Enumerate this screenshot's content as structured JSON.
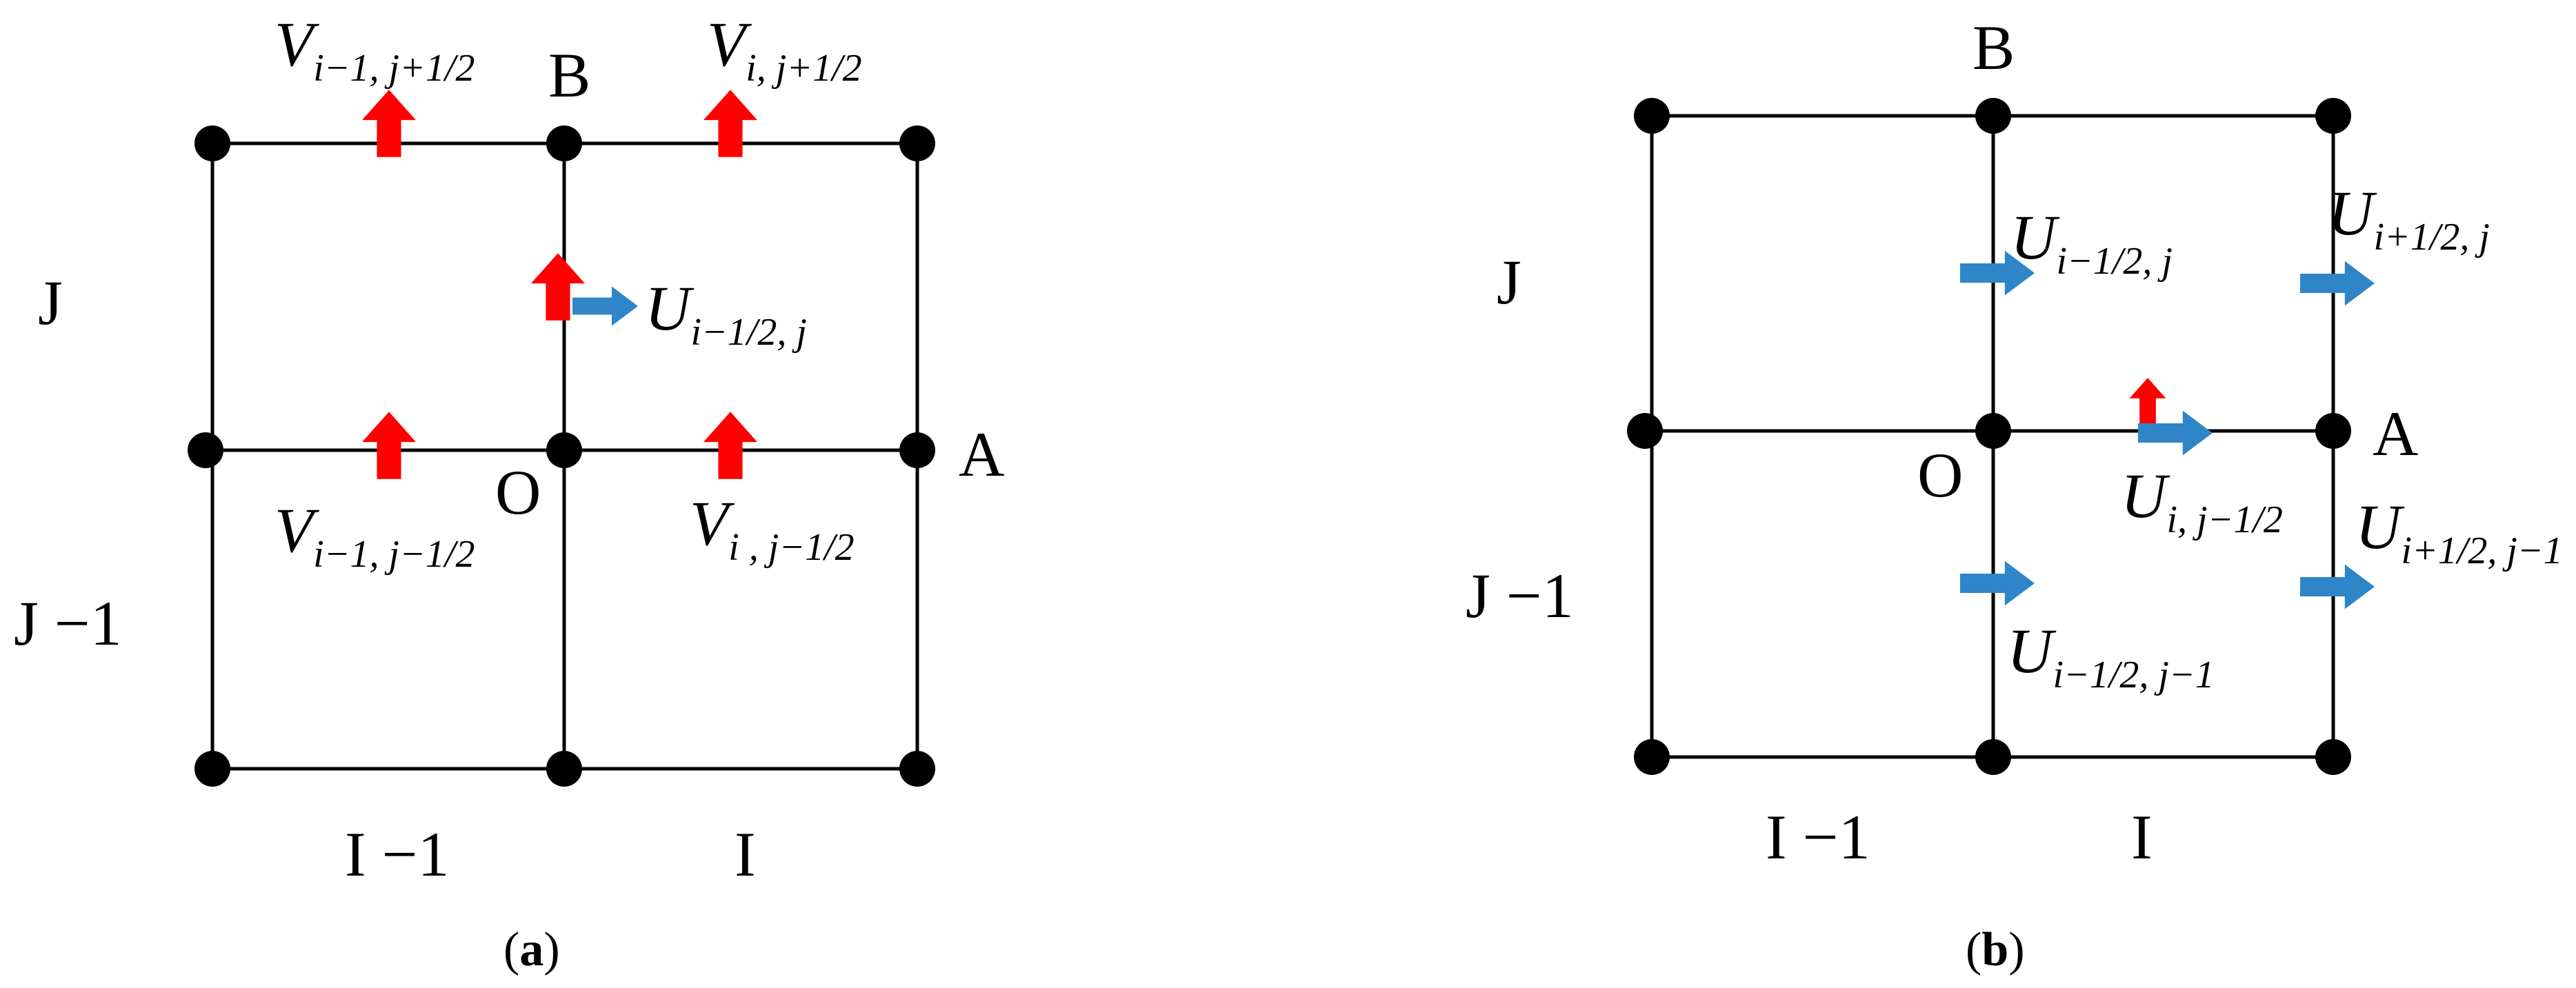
{
  "colors": {
    "line": "#000000",
    "node": "#000000",
    "v_arrow": "#ff0000",
    "u_arrow": "#2e86c8"
  },
  "panel_a": {
    "caption": {
      "open": "(",
      "letter": "a",
      "close": ")"
    },
    "points": {
      "B": "B",
      "O": "O",
      "A": "A"
    },
    "rows": {
      "J": "J",
      "J_minus_1": "J −1"
    },
    "cols": {
      "I_minus_1": "I −1",
      "I": "I"
    },
    "velocities": {
      "v_top_left": {
        "main": "V",
        "sub": "i−1, j+1/2"
      },
      "v_top_right": {
        "main": "V",
        "sub": "i, j+1/2"
      },
      "u_center": {
        "main": "U",
        "sub": "i−1/2, j"
      },
      "v_bottom_left": {
        "main": "V",
        "sub": "i−1, j−1/2"
      },
      "v_bottom_right": {
        "main": "V",
        "sub": "i , j−1/2"
      }
    }
  },
  "panel_b": {
    "caption": {
      "open": "(",
      "letter": "b",
      "close": ")"
    },
    "points": {
      "B": "B",
      "O": "O",
      "A": "A"
    },
    "rows": {
      "J": "J",
      "J_minus_1": "J −1"
    },
    "cols": {
      "I_minus_1": "I −1",
      "I": "I"
    },
    "velocities": {
      "u_upper_center": {
        "main": "U",
        "sub": "i−1/2, j"
      },
      "u_upper_right": {
        "main": "U",
        "sub": "i+1/2, j"
      },
      "u_mid": {
        "main": "U",
        "sub": "i, j−1/2"
      },
      "u_lower_right": {
        "main": "U",
        "sub": "i+1/2, j−1"
      },
      "u_lower_center": {
        "main": "U",
        "sub": "i−1/2, j−1"
      }
    }
  }
}
